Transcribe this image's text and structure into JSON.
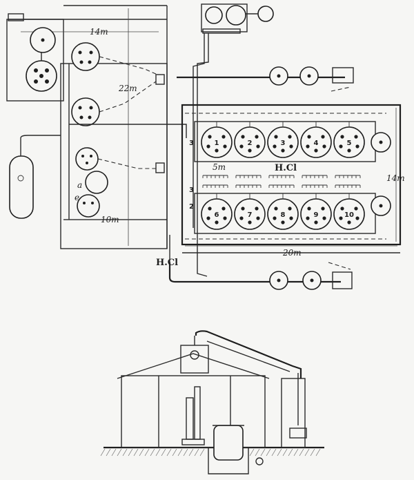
{
  "labels": {
    "dim_14m_top": "14m",
    "dim_22m": "22m",
    "dim_10m": "10m",
    "dim_5m": "5m",
    "dim_14m_right": "14m",
    "dim_20m": "20m",
    "hcl_mid": "H.Cl",
    "hcl_bottom": "H.Cl",
    "side_3a": "3",
    "side_3b": "3",
    "side_2": "2",
    "letter_a": "a",
    "letter_e": "e"
  },
  "cells_top": [
    "1",
    "2",
    "3",
    "4",
    "5"
  ],
  "cells_bottom": [
    "6",
    "7",
    "8",
    "9",
    "10"
  ]
}
